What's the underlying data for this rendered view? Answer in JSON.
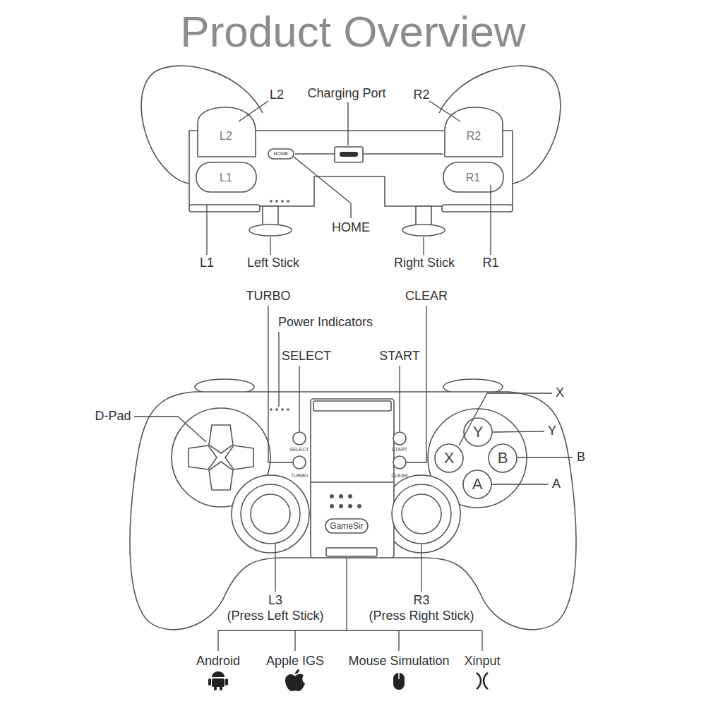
{
  "diagram": {
    "title": "Product Overview",
    "labels": [
      "L2",
      "Charging Port",
      "R2",
      "L2",
      "R2",
      "HOME",
      "L1",
      "R1",
      "L1",
      "Left Stick",
      "HOME",
      "Right Stick",
      "R1",
      "TURBO",
      "CLEAR",
      "Power Indicators",
      "SELECT",
      "START",
      "X",
      "D-Pad",
      "Y",
      "B",
      "A",
      "SELECT",
      "START",
      "Y",
      "X",
      "B",
      "A",
      "TURBO",
      "CLEAR",
      "GameSir",
      "L3 (Press Left Stick)",
      "R3 (Press Right Stick)",
      "Android",
      "Apple IGS",
      "Mouse Simulation",
      "Xinput"
    ]
  }
}
